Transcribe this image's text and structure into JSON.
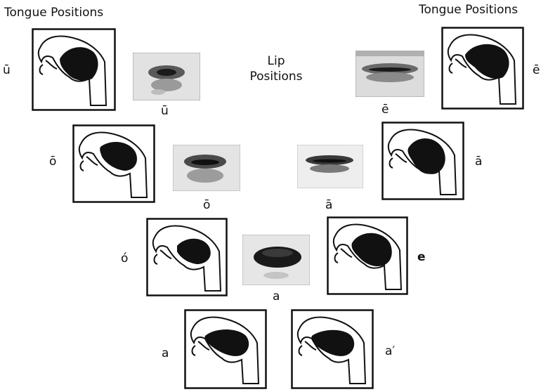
{
  "headers": {
    "left": "Tongue Positions",
    "right": "Tongue Positions"
  },
  "lip_title": {
    "line1": "Lip",
    "line2": "Positions"
  },
  "tongue_labels": {
    "u_long": "ū",
    "e_long": "ē",
    "o_long": "ō",
    "a_long": "ā",
    "o_acute": "ó",
    "e": "e",
    "a": "a",
    "a_prime": "a′"
  },
  "lip_labels": {
    "u_long": "ū",
    "e_long": "ē",
    "o_long": "ō",
    "a_long": "ā",
    "a": "a"
  }
}
